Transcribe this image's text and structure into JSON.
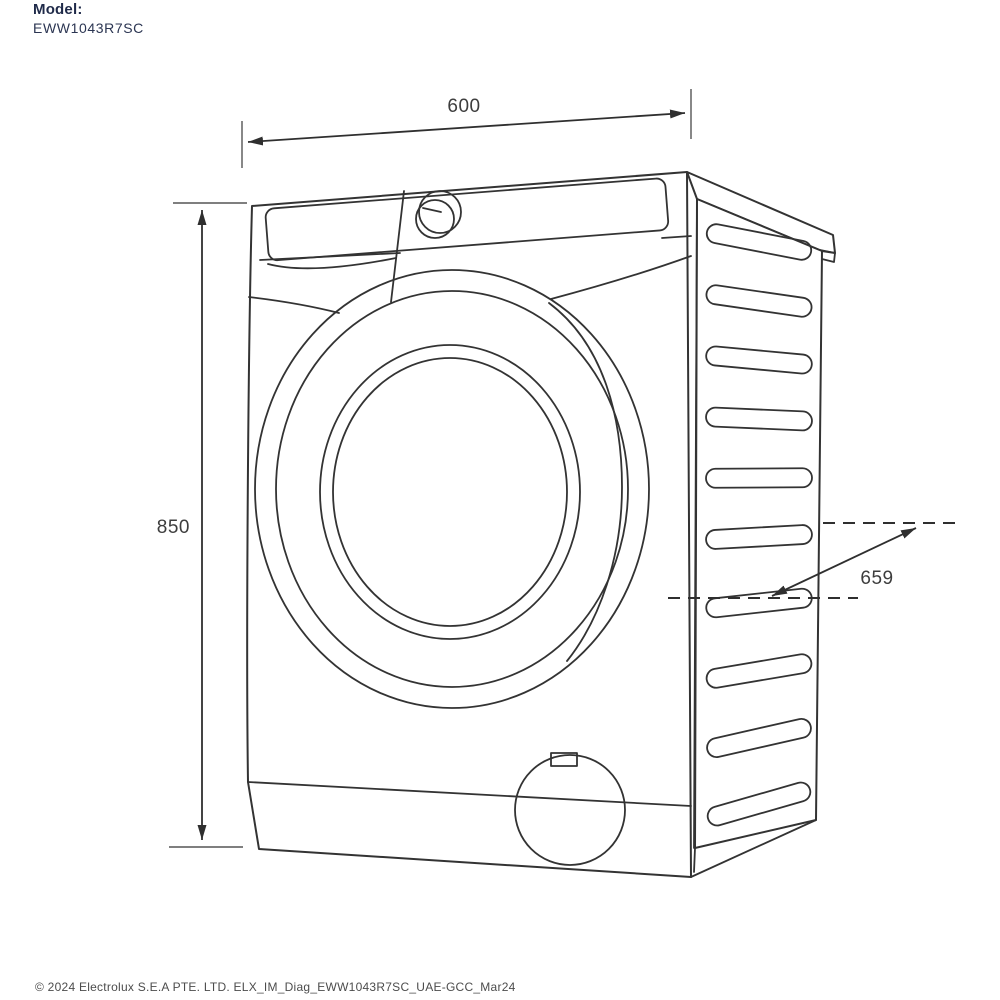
{
  "model": {
    "label": "Model:",
    "number": "EWW1043R7SC"
  },
  "dimensions": {
    "width_mm": "600",
    "height_mm": "850",
    "depth_mm": "659"
  },
  "diagram": {
    "subject": "front-load washing machine line drawing, three-quarter view",
    "line_color": "#333333",
    "text_color": "#1f2a49",
    "dimension_text_color": "#3d3d3d",
    "background": "#ffffff"
  },
  "footer": {
    "copyright": "© 2024 Electrolux S.E.A PTE. LTD. ELX_IM_Diag_EWW1043R7SC_UAE-GCC_Mar24"
  }
}
